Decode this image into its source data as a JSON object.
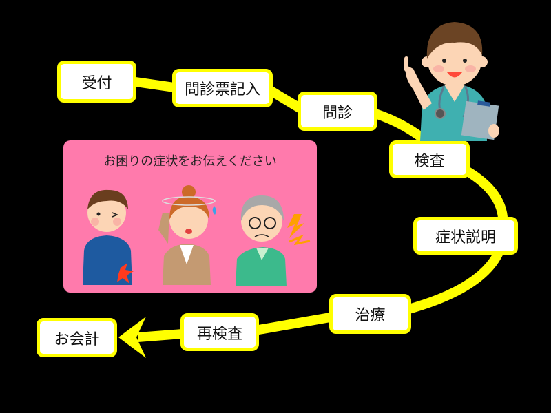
{
  "diagram": {
    "type": "flow",
    "theme": {
      "background": "#000000",
      "path_color": "#ffff00",
      "box_fill": "#ffffff",
      "box_border": "#ffff00",
      "panel_color": "#ff7aac"
    },
    "steps": [
      {
        "id": "reception",
        "label": "受付"
      },
      {
        "id": "questionnaire",
        "label": "問診票記入"
      },
      {
        "id": "interview",
        "label": "問診"
      },
      {
        "id": "examination",
        "label": "検査"
      },
      {
        "id": "explanation",
        "label": "症状説明"
      },
      {
        "id": "treatment",
        "label": "治療"
      },
      {
        "id": "reexamination",
        "label": "再検査"
      },
      {
        "id": "payment",
        "label": "お会計"
      }
    ],
    "edges": [
      [
        "受付",
        "問診票記入"
      ],
      [
        "問診票記入",
        "問診"
      ],
      [
        "問診",
        "検査"
      ],
      [
        "検査",
        "症状説明"
      ],
      [
        "症状説明",
        "治療"
      ],
      [
        "治療",
        "再検査"
      ],
      [
        "再検査",
        "お会計"
      ]
    ],
    "panel": {
      "title": "お困りの症状をお伝えください",
      "figures": [
        "man-back-pain",
        "woman-dizziness",
        "elderly-man-shoulder-pain"
      ]
    },
    "illustration": "doctor-with-clipboard"
  }
}
